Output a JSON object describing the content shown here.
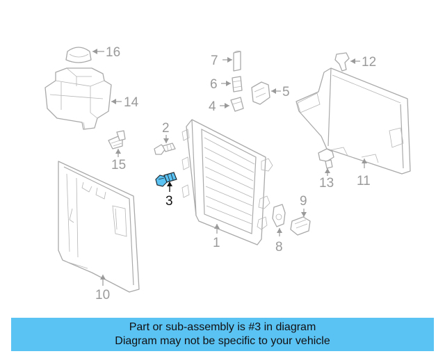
{
  "banner": {
    "line1": "Part or sub-assembly is #3 in diagram",
    "line2": "Diagram may not be specific to your vehicle"
  },
  "diagram": {
    "highlighted_part": "3",
    "highlight_color": "#5bc2f4",
    "banner_color": "#5bc2f4",
    "callouts": {
      "c1": "1",
      "c2": "2",
      "c3": "3",
      "c4": "4",
      "c5": "5",
      "c6": "6",
      "c7": "7",
      "c8": "8",
      "c9": "9",
      "c10": "10",
      "c11": "11",
      "c12": "12",
      "c13": "13",
      "c14": "14",
      "c15": "15",
      "c16": "16"
    }
  }
}
